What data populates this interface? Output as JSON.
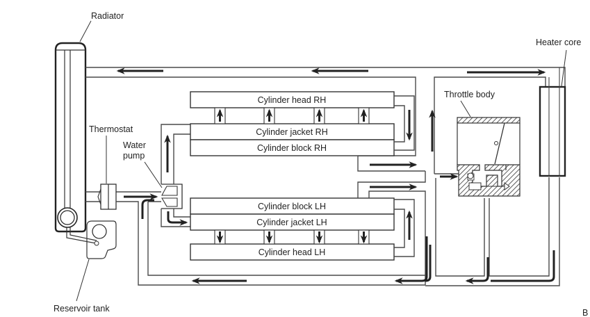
{
  "diagram": {
    "title": "Engine coolant flow diagram",
    "labels": {
      "radiator": "Radiator",
      "thermostat": "Thermostat",
      "water_pump_line1": "Water",
      "water_pump_line2": "pump",
      "reservoir_tank": "Reservoir tank",
      "heater_core": "Heater core",
      "throttle_body": "Throttle body",
      "corner_mark": "B"
    },
    "components": [
      {
        "id": "cyl-head-rh",
        "label": "Cylinder head RH"
      },
      {
        "id": "cyl-jacket-rh",
        "label": "Cylinder jacket RH"
      },
      {
        "id": "cyl-block-rh",
        "label": "Cylinder block RH"
      },
      {
        "id": "cyl-block-lh",
        "label": "Cylinder block LH"
      },
      {
        "id": "cyl-jacket-lh",
        "label": "Cylinder jacket LH"
      },
      {
        "id": "cyl-head-lh",
        "label": "Cylinder head LH"
      }
    ],
    "flow": [
      {
        "from": "Heater core / engine return",
        "to": "Radiator",
        "direction": "left"
      },
      {
        "from": "Thermostat",
        "to": "Water pump",
        "direction": "right"
      },
      {
        "from": "Water pump",
        "to": "Cylinder jacket RH",
        "direction": "up"
      },
      {
        "from": "Water pump",
        "to": "Cylinder jacket LH",
        "direction": "right"
      },
      {
        "from": "Cylinder jacket RH",
        "to": "Cylinder head RH",
        "direction": "up"
      },
      {
        "from": "Cylinder jacket LH",
        "to": "Cylinder head LH",
        "direction": "down"
      },
      {
        "from": "Engine",
        "to": "Throttle body",
        "direction": "right"
      },
      {
        "from": "Engine",
        "to": "Heater core",
        "direction": "right"
      },
      {
        "from": "Heater core / Throttle body",
        "to": "Water pump",
        "direction": "left"
      }
    ]
  }
}
